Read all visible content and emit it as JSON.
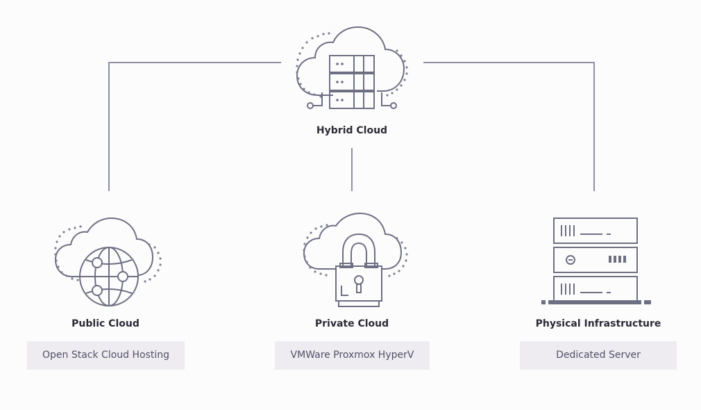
{
  "diagram": {
    "colors": {
      "line": "#8d8fa3",
      "icon": "#6d6f82",
      "tag_bg": "#efecf1",
      "title": "#2a2b36",
      "tag_text": "#4f5166"
    },
    "root": {
      "title": "Hybrid Cloud",
      "icon": "cloud-server-icon"
    },
    "children": [
      {
        "title": "Public Cloud",
        "icon": "cloud-globe-icon",
        "tag": "Open Stack Cloud Hosting"
      },
      {
        "title": "Private Cloud",
        "icon": "cloud-lock-icon",
        "tag": "VMWare Proxmox HyperV"
      },
      {
        "title": "Physical Infrastructure",
        "icon": "server-rack-icon",
        "tag": "Dedicated Server"
      }
    ]
  }
}
